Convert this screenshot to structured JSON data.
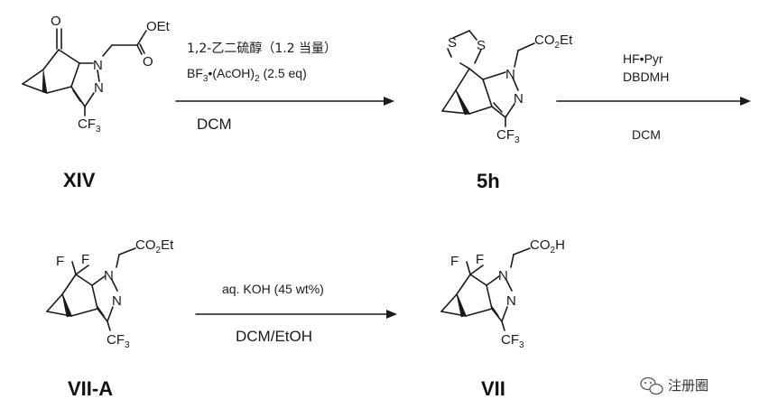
{
  "compounds": {
    "start": {
      "label": "XIV",
      "atoms": {
        "o": "O",
        "n1": "N",
        "n2": "N",
        "cf3": "CF",
        "cf3_sub": "3",
        "side_o": "O",
        "side_oet": "OEt"
      }
    },
    "intermediate": {
      "label": "5h",
      "atoms": {
        "s1": "S",
        "s2": "S",
        "n1": "N",
        "n2": "N",
        "cf3": "CF",
        "cf3_sub": "3",
        "side_a": "CO",
        "side_sub": "2",
        "side_b": "Et"
      }
    },
    "difluoro": {
      "label": "VII-A",
      "atoms": {
        "f1": "F",
        "f2": "F",
        "n1": "N",
        "n2": "N",
        "cf3": "CF",
        "cf3_sub": "3",
        "side_a": "CO",
        "side_sub": "2",
        "side_b": "Et"
      }
    },
    "product": {
      "label": "VII",
      "atoms": {
        "f1": "F",
        "f2": "F",
        "n1": "N",
        "n2": "N",
        "cf3": "CF",
        "cf3_sub": "3",
        "side_a": "CO",
        "side_sub": "2",
        "side_b": "H"
      }
    }
  },
  "steps": [
    {
      "reagent_1": "1,2-乙二硫醇（1.2 当量）",
      "reagent_2_a": "BF",
      "reagent_2_sub1": "3",
      "reagent_2_b": "•(AcOH)",
      "reagent_2_sub2": "2",
      "reagent_2_c": " (2.5 eq)",
      "solvent": "DCM"
    },
    {
      "reagent_1": "HF•Pyr",
      "reagent_2": "DBDMH",
      "solvent": "DCM"
    },
    {
      "reagent_1": "aq. KOH (45 wt%)",
      "solvent": "DCM/EtOH"
    }
  ],
  "watermark": {
    "text": "注册圈",
    "icon": "wechat-icon"
  }
}
